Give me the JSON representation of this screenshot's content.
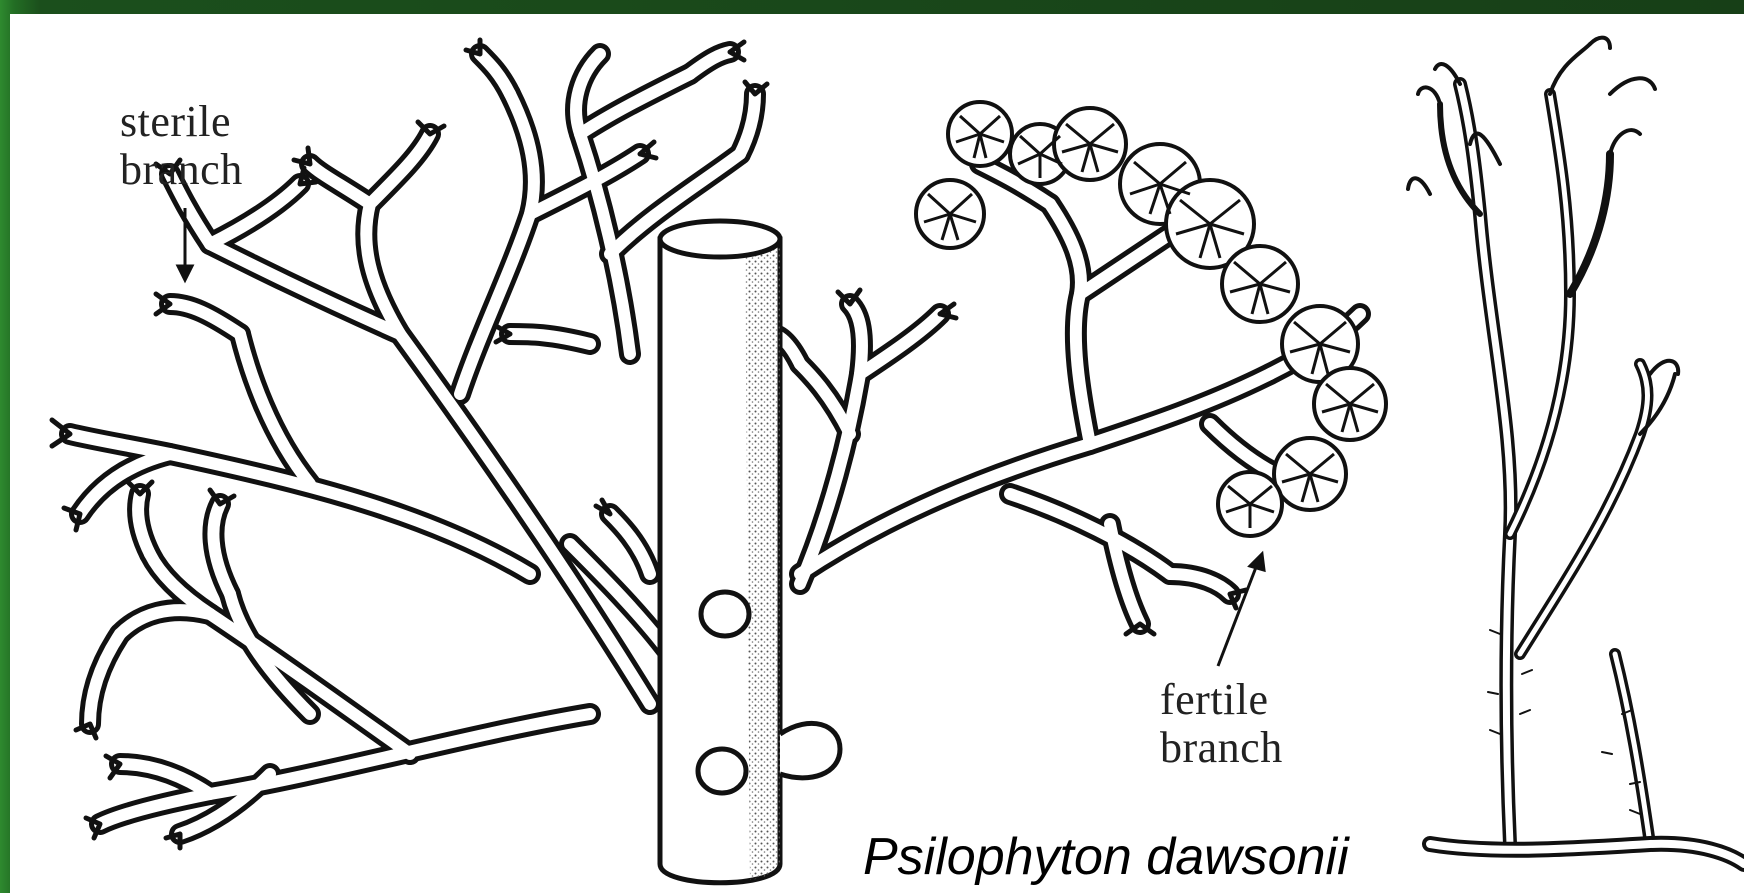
{
  "labels": {
    "sterile_line1": "sterile",
    "sterile_line2": "branch",
    "fertile_line1": "fertile",
    "fertile_line2": "branch"
  },
  "caption": "Psilophyton dawsonii",
  "colors": {
    "frame_green": "#1e5b1f",
    "background": "#ffffff",
    "ink": "#111111"
  }
}
